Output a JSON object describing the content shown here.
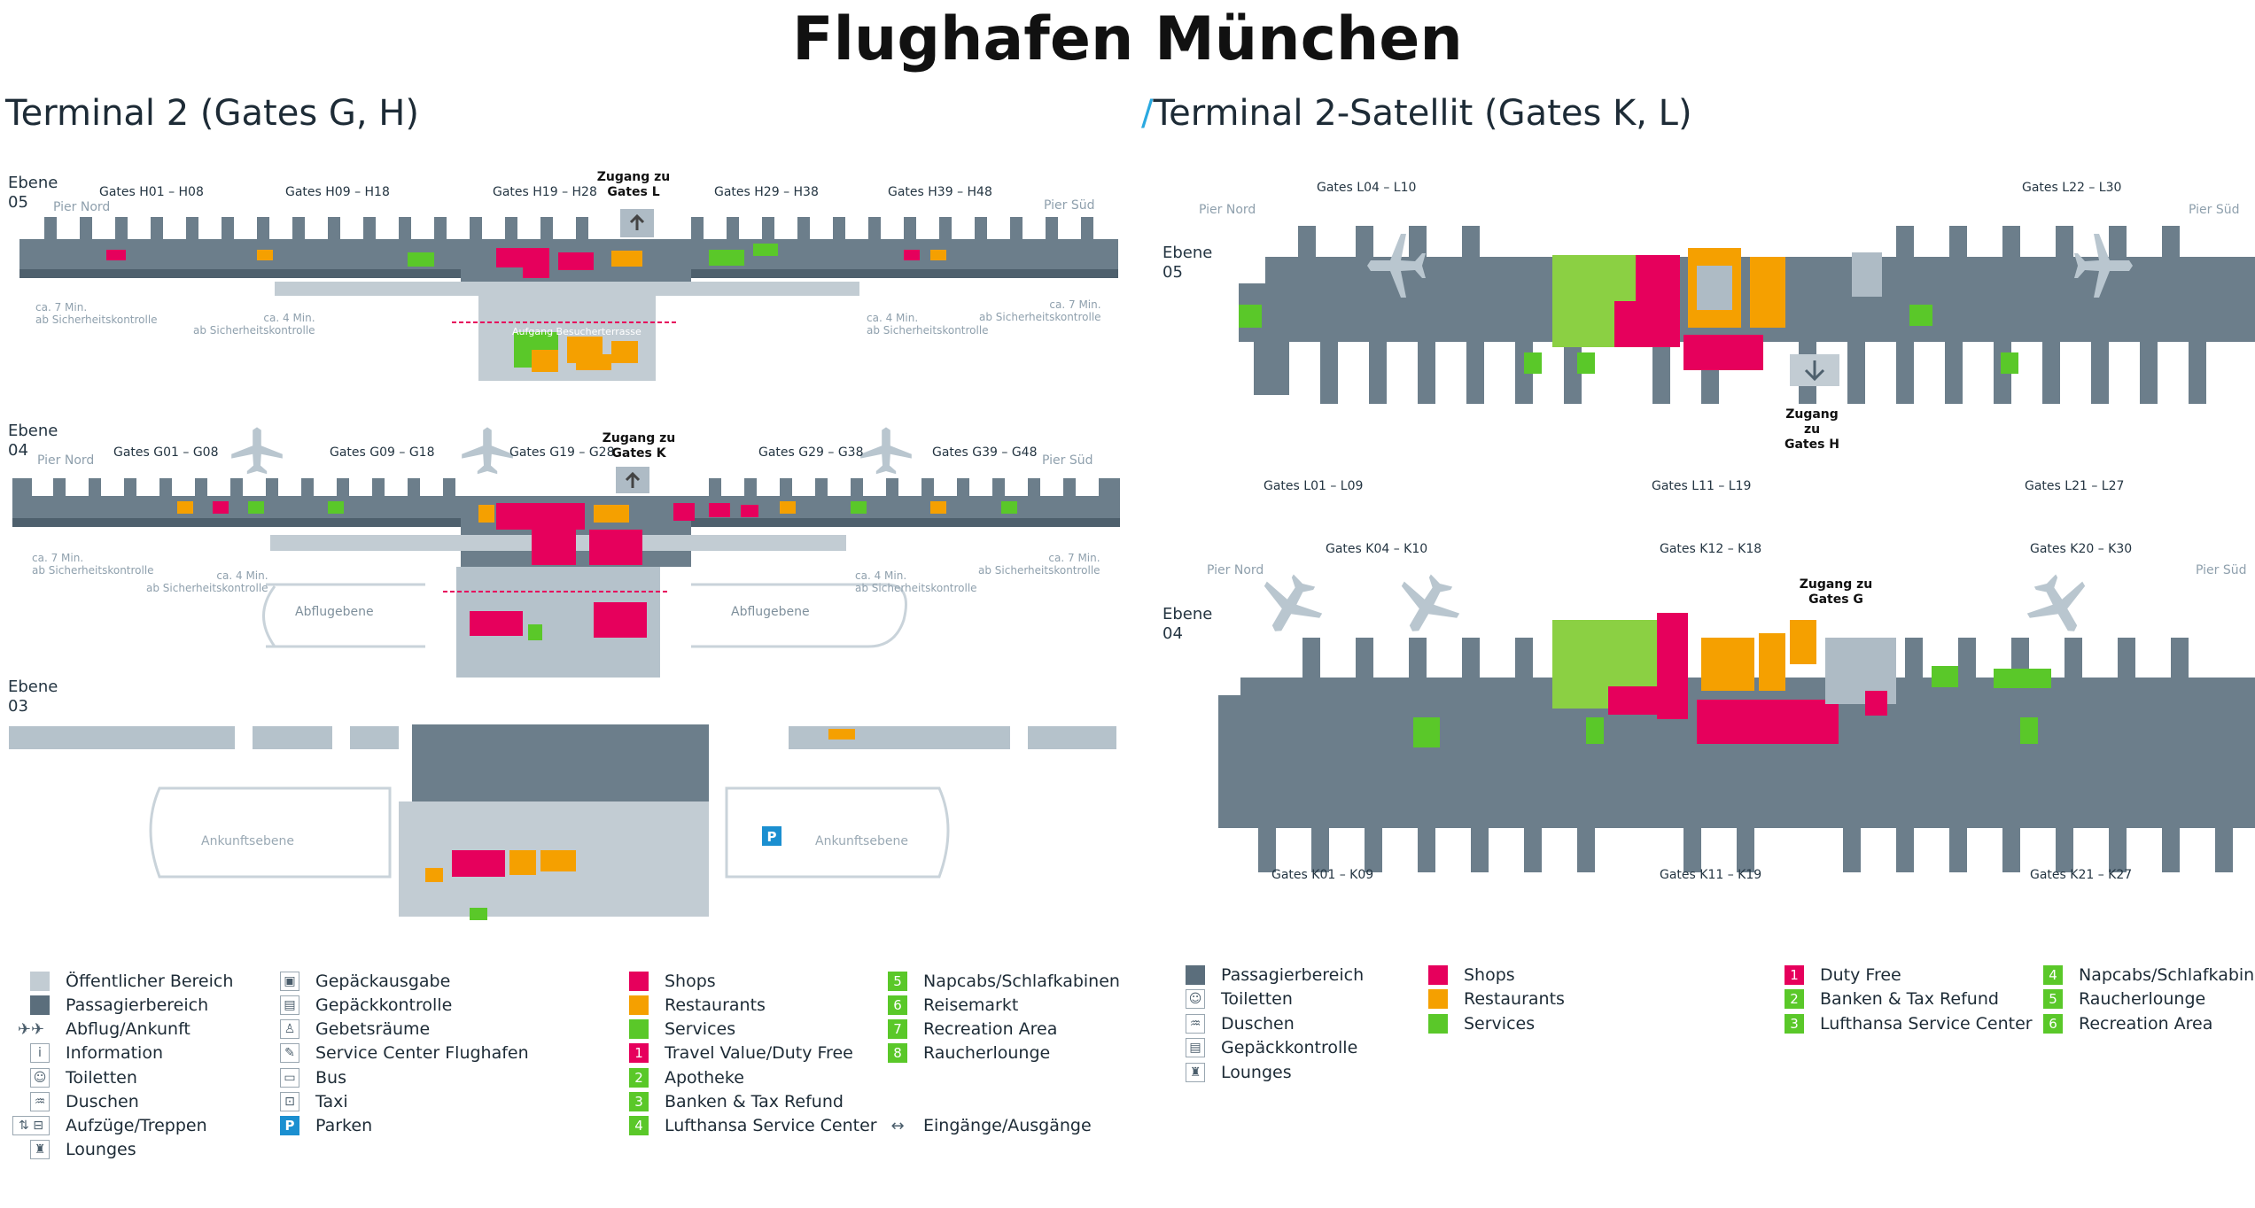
{
  "title": "Flughafen München",
  "terminal2": {
    "heading": "Terminal 2 (Gates G, H)",
    "ebene05": {
      "level": "Ebene\n05",
      "pier_nord": "Pier Nord",
      "pier_sued": "Pier Süd",
      "gates": [
        "Gates H01 – H08",
        "Gates H09 – H18",
        "Gates H19 – H28",
        "Gates H29 – H38",
        "Gates H39 – H48"
      ],
      "access": "Zugang zu\nGates L",
      "walk_left_7": "ca. 7 Min.\nab Sicherheitskontrolle",
      "walk_left_4": "ca. 4 Min.\nab Sicherheitskontrolle",
      "walk_right_4": "ca. 4 Min.\nab Sicherheitskontrolle",
      "walk_right_7": "ca. 7 Min.\nab Sicherheitskontrolle",
      "terrace": "Aufgang Besucherterrasse"
    },
    "ebene04": {
      "level": "Ebene\n04",
      "pier_nord": "Pier Nord",
      "pier_sued": "Pier Süd",
      "gates": [
        "Gates G01 – G08",
        "Gates G09 – G18",
        "Gates G19 – G28",
        "Gates G29 – G38",
        "Gates G39 – G48"
      ],
      "access": "Zugang zu\nGates K",
      "walk_left_7": "ca. 7 Min.\nab Sicherheitskontrolle",
      "walk_left_4": "ca. 4 Min.\nab Sicherheitskontrolle",
      "walk_right_4": "ca. 4 Min.\nab Sicherheitskontrolle",
      "walk_right_7": "ca. 7 Min.\nab Sicherheitskontrolle",
      "departures_left": "Abflugebene",
      "departures_right": "Abflugebene"
    },
    "ebene03": {
      "level": "Ebene\n03",
      "arrivals_left": "Ankunftsebene",
      "arrivals_right": "Ankunftsebene"
    }
  },
  "satellite": {
    "heading_slash": "/",
    "heading": "Terminal 2-Satellit (Gates K, L)",
    "ebene05": {
      "level": "Ebene\n05",
      "pier_nord": "Pier Nord",
      "pier_sued": "Pier Süd",
      "gates_top": [
        "Gates L04 – L10",
        "Gates L22 – L30"
      ],
      "gates_bottom": [
        "Gates L01 – L09",
        "Gates L11 – L19",
        "Gates L21 – L27"
      ],
      "access": "Zugang\nzu\nGates H"
    },
    "ebene04": {
      "level": "Ebene\n04",
      "pier_nord": "Pier Nord",
      "pier_sued": "Pier Süd",
      "gates_top": [
        "Gates K04 – K10",
        "Gates K12 – K18",
        "Gates K20 – K30"
      ],
      "gates_bottom": [
        "Gates K01 – K09",
        "Gates K11 – K19",
        "Gates K21 – K27"
      ],
      "access": "Zugang zu\nGates G"
    }
  },
  "legend_left": {
    "col1": [
      {
        "icon": "public-area",
        "label": "Öffentlicher Bereich",
        "color": "#c2ccd3"
      },
      {
        "icon": "passenger-area",
        "label": "Passagierbereich",
        "color": "#5b6e7c"
      },
      {
        "icon": "plane-icon",
        "label": "Abflug/Ankunft"
      },
      {
        "icon": "info-icon",
        "label": "Information"
      },
      {
        "icon": "toilet-icon",
        "label": "Toiletten"
      },
      {
        "icon": "shower-icon",
        "label": "Duschen"
      },
      {
        "icon": "elevator-icon",
        "label": "Aufzüge/Treppen"
      },
      {
        "icon": "lounge-icon",
        "label": "Lounges"
      }
    ],
    "col2": [
      {
        "icon": "baggage-claim-icon",
        "label": "Gepäckausgabe"
      },
      {
        "icon": "baggage-check-icon",
        "label": "Gepäckkontrolle"
      },
      {
        "icon": "prayer-icon",
        "label": "Gebetsräume"
      },
      {
        "icon": "service-center-icon",
        "label": "Service Center Flughafen"
      },
      {
        "icon": "bus-icon",
        "label": "Bus"
      },
      {
        "icon": "taxi-icon",
        "label": "Taxi"
      },
      {
        "icon": "parking-icon",
        "label": "Parken",
        "glyph": "P"
      }
    ],
    "col3": [
      {
        "color": "#e6005c",
        "label": "Shops",
        "num": ""
      },
      {
        "color": "#f5a000",
        "label": "Restaurants",
        "num": ""
      },
      {
        "color": "#5ac829",
        "label": "Services",
        "num": ""
      },
      {
        "color": "#e6005c",
        "label": "Travel Value/Duty Free",
        "num": "1"
      },
      {
        "color": "#5ac829",
        "label": "Apotheke",
        "num": "2"
      },
      {
        "color": "#5ac829",
        "label": "Banken & Tax Refund",
        "num": "3"
      },
      {
        "color": "#5ac829",
        "label": "Lufthansa Service Center",
        "num": "4"
      }
    ],
    "col4": [
      {
        "color": "#5ac829",
        "label": "Napcabs/Schlafkabinen",
        "num": "5"
      },
      {
        "color": "#5ac829",
        "label": "Reisemarkt",
        "num": "6"
      },
      {
        "color": "#5ac829",
        "label": "Recreation Area",
        "num": "7"
      },
      {
        "color": "#5ac829",
        "label": "Raucherlounge",
        "num": "8"
      },
      {
        "icon": "entrance-icon",
        "label": "Eingänge/Ausgänge"
      }
    ]
  },
  "legend_right": {
    "col1": [
      {
        "icon": "passenger-area",
        "label": "Passagierbereich",
        "color": "#5b6e7c"
      },
      {
        "icon": "toilet-icon",
        "label": "Toiletten"
      },
      {
        "icon": "shower-icon",
        "label": "Duschen"
      },
      {
        "icon": "baggage-check-icon",
        "label": "Gepäckkontrolle"
      },
      {
        "icon": "lounge-icon",
        "label": "Lounges"
      }
    ],
    "col2": [
      {
        "color": "#e6005c",
        "label": "Shops"
      },
      {
        "color": "#f5a000",
        "label": "Restaurants"
      },
      {
        "color": "#5ac829",
        "label": "Services"
      }
    ],
    "col3": [
      {
        "color": "#e6005c",
        "label": "Duty Free",
        "num": "1"
      },
      {
        "color": "#5ac829",
        "label": "Banken & Tax Refund",
        "num": "2"
      },
      {
        "color": "#5ac829",
        "label": "Lufthansa Service Center",
        "num": "3"
      }
    ],
    "col4": [
      {
        "color": "#5ac829",
        "label": "Napcabs/Schlafkabinen",
        "num": "4"
      },
      {
        "color": "#5ac829",
        "label": "Raucherlounge",
        "num": "5"
      },
      {
        "color": "#5ac829",
        "label": "Recreation Area",
        "num": "6"
      }
    ]
  },
  "colors": {
    "passenger": "#5b6e7c",
    "public": "#c2ccd3",
    "shop": "#e6005c",
    "restaurant": "#f5a000",
    "service": "#5ac829",
    "accent": "#2aa9e0"
  }
}
